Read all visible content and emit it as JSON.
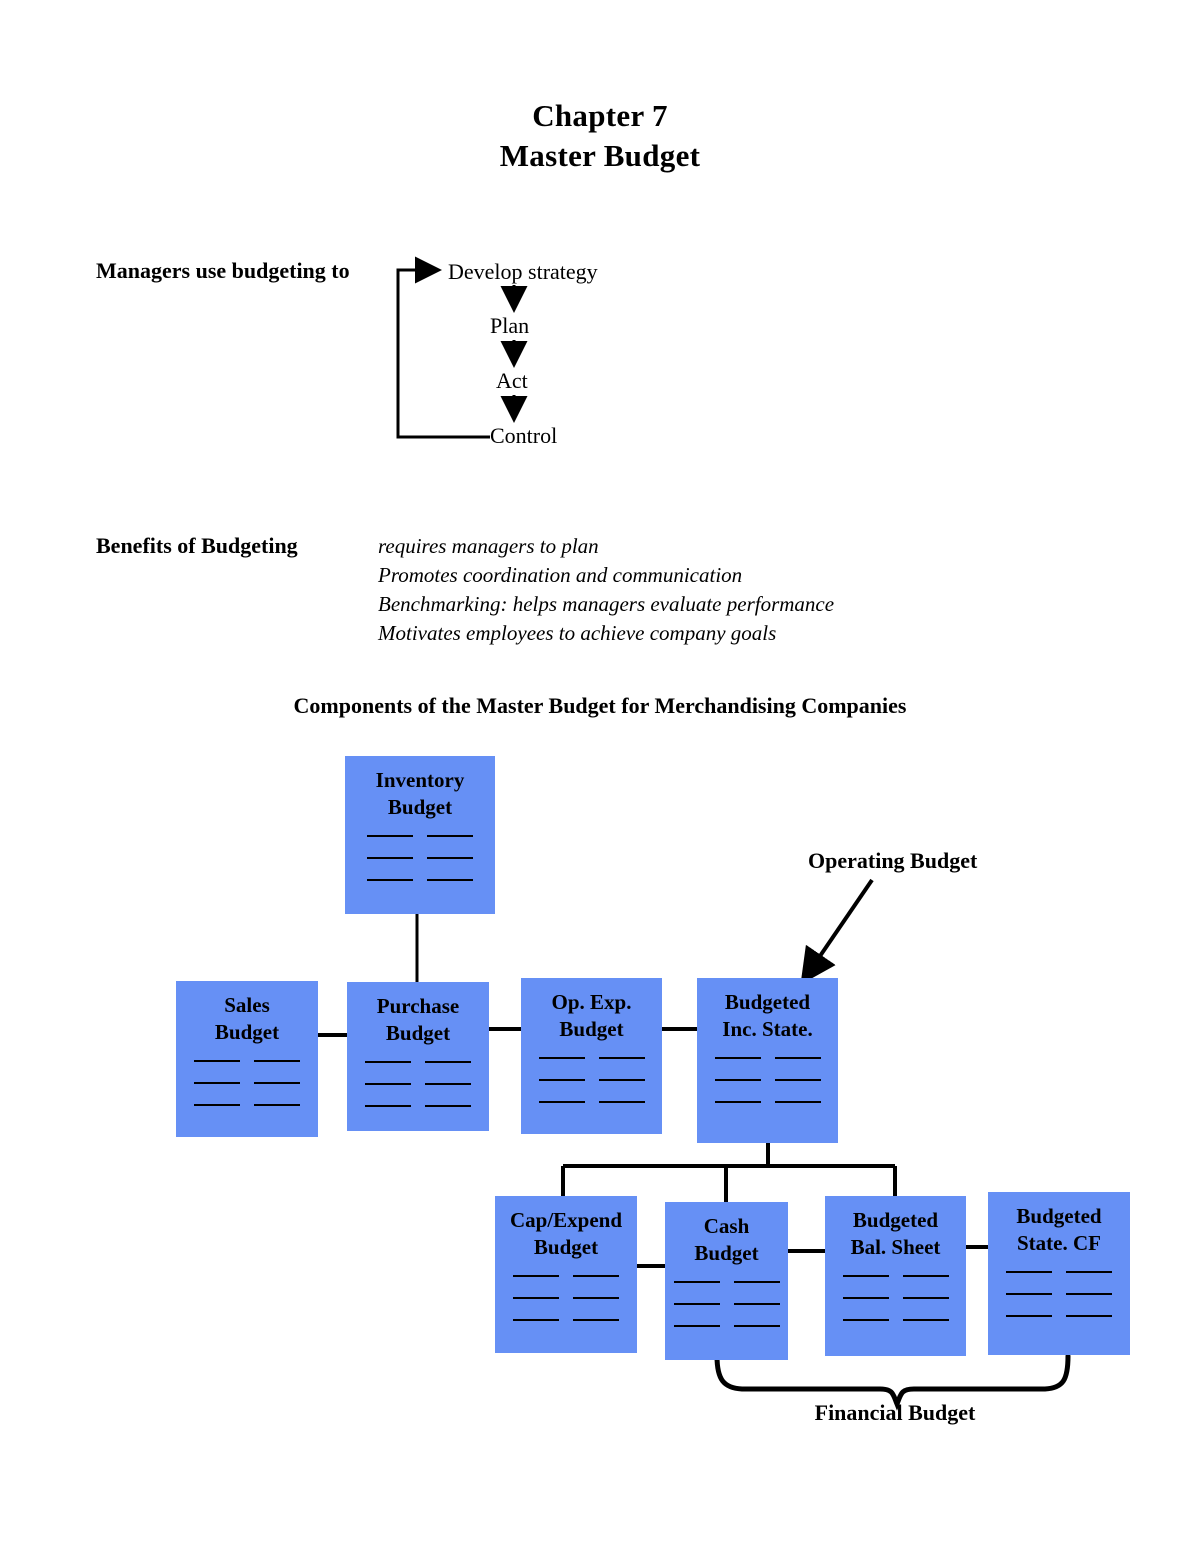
{
  "document": {
    "title_lines": [
      "Chapter 7",
      "Master Budget"
    ]
  },
  "budget_cycle": {
    "label": "Managers use budgeting to",
    "steps": [
      {
        "name": "develop-strategy",
        "label": "Develop strategy"
      },
      {
        "name": "plan",
        "label": "Plan"
      },
      {
        "name": "act",
        "label": "Act"
      },
      {
        "name": "control",
        "label": "Control"
      }
    ]
  },
  "benefits": {
    "label": "Benefits of Budgeting",
    "items": [
      "requires managers to plan",
      "Promotes coordination and communication",
      "Benchmarking: helps managers evaluate performance",
      "Motivates employees to achieve company goals"
    ]
  },
  "components": {
    "heading": "Components of the Master Budget for Merchandising Companies",
    "operating_budget_label": "Operating Budget",
    "financial_budget_label": "Financial Budget",
    "box_fill_color": "#6690F5",
    "boxes": [
      {
        "name": "inventory-budget",
        "label": "Inventory\nBudget"
      },
      {
        "name": "sales-budget",
        "label": "Sales\nBudget"
      },
      {
        "name": "purchase-budget",
        "label": "Purchase\nBudget"
      },
      {
        "name": "op-exp-budget",
        "label": "Op. Exp.\nBudget"
      },
      {
        "name": "budgeted-inc-state",
        "label": "Budgeted\nInc. State."
      },
      {
        "name": "cap-expend-budget",
        "label": "Cap/Expend\nBudget"
      },
      {
        "name": "cash-budget",
        "label": "Cash\nBudget"
      },
      {
        "name": "budgeted-bal-sheet",
        "label": "Budgeted\nBal. Sheet"
      },
      {
        "name": "budgeted-state-cf",
        "label": "Budgeted\nState. CF"
      }
    ]
  }
}
